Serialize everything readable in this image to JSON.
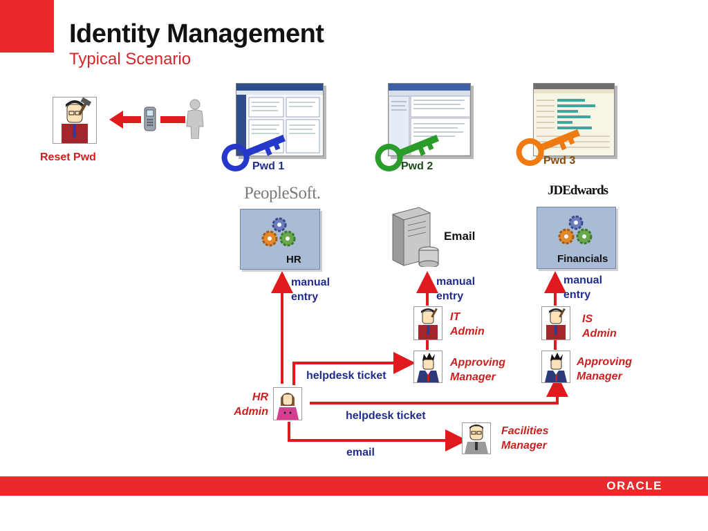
{
  "header": {
    "title": "Identity Management",
    "subtitle": "Typical Scenario"
  },
  "footer": {
    "logo": "ORACLE"
  },
  "reset": {
    "label": "Reset Pwd"
  },
  "passwords": {
    "pwd1": "Pwd 1",
    "pwd2": "Pwd 2",
    "pwd3": "Pwd 3"
  },
  "apps": {
    "peoplesoft_logo": "PeopleSoft.",
    "hr": "HR",
    "email": "Email",
    "jde_logo": "JDEdwards",
    "financials": "Financials"
  },
  "roles": {
    "it_admin_1": "IT",
    "it_admin_2": "Admin",
    "is_admin_1": "IS",
    "is_admin_2": "Admin",
    "approving_1": "Approving",
    "approving_2": "Manager",
    "hr_admin_1": "HR",
    "hr_admin_2": "Admin",
    "facilities_1": "Facilities",
    "facilities_2": "Manager"
  },
  "flows": {
    "manual_1": "manual",
    "entry_1": "entry",
    "manual_2": "manual",
    "entry_2": "entry",
    "manual_3": "manual",
    "entry_3": "entry",
    "helpdesk_1": "helpdesk ticket",
    "helpdesk_2": "helpdesk ticket",
    "email": "email"
  },
  "colors": {
    "accent_red": "#ea2a2a",
    "arrow_red": "#e0191c",
    "key_blue": "#2638c9",
    "key_green": "#2a9c2a",
    "key_orange": "#f07a12"
  }
}
